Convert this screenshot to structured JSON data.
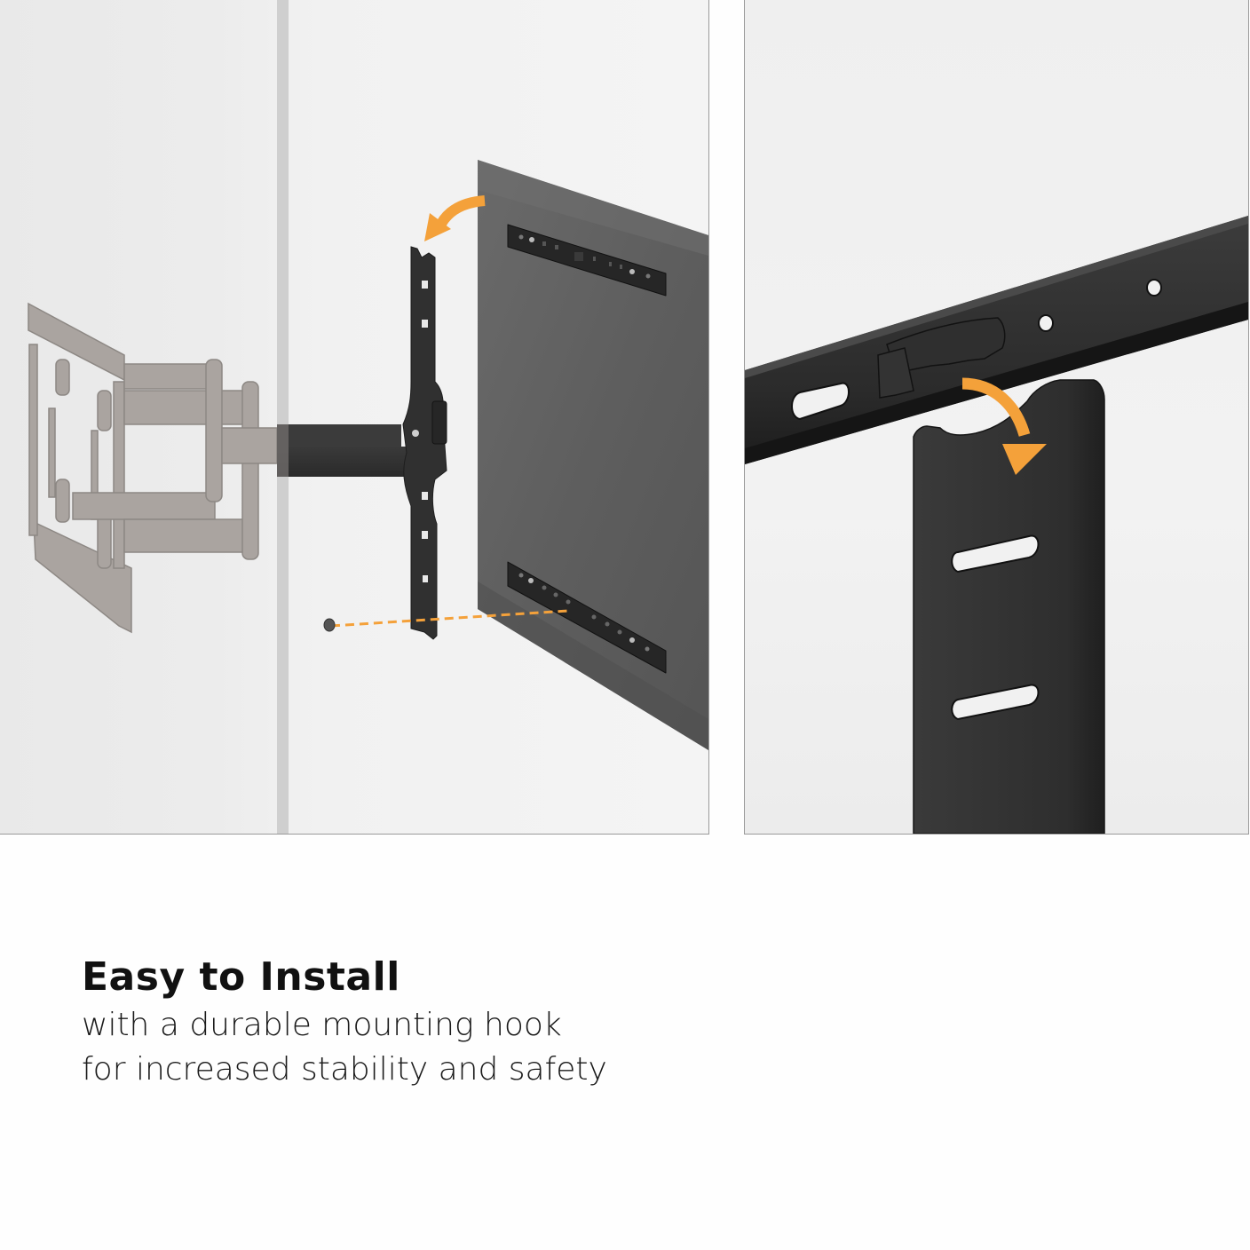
{
  "caption": {
    "title": "Easy to Install",
    "subtitle_line1": "with a durable mounting hook",
    "subtitle_line2": "for increased stability and safety"
  },
  "panels": {
    "left": {
      "description": "Full-motion TV wall mount arm attaching to vertical brackets on TV back",
      "icons": [
        "ghost-articulating-arm-icon",
        "black-arm-icon",
        "vertical-bracket-icon",
        "tv-back-icon",
        "top-rail-icon",
        "bottom-rail-icon",
        "curved-arrow-icon",
        "dashed-screw-line-icon",
        "screw-icon"
      ]
    },
    "right": {
      "description": "Close-up of mounting hook hanging on horizontal rail",
      "icons": [
        "horizontal-rail-icon",
        "hook-latch-icon",
        "vertical-plate-icon",
        "curved-arrow-icon"
      ]
    }
  },
  "colors": {
    "accent_orange": "#F4A13A",
    "metal_dark": "#2e2e2e",
    "tv_back": "#5a5a5a",
    "ghost_gray": "#a8a29e",
    "background": "#fefefe",
    "panel_border": "#9a9a9a"
  }
}
